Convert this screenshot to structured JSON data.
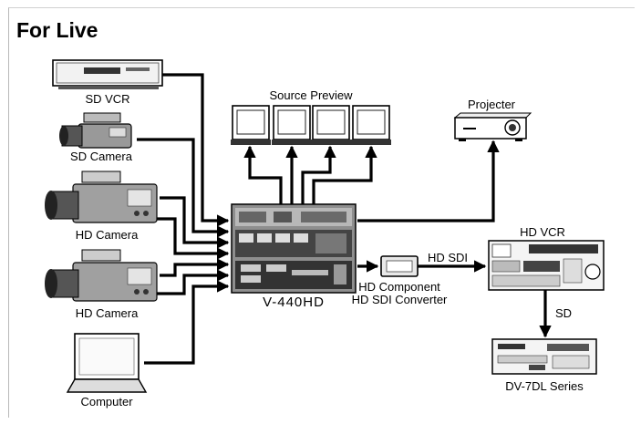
{
  "title": "For Live",
  "labels": {
    "sd_vcr": "SD VCR",
    "sd_camera": "SD Camera",
    "hd_camera_1": "HD Camera",
    "hd_camera_2": "HD Camera",
    "computer": "Computer",
    "source_preview": "Source Preview",
    "projector": "Projecter",
    "hd_vcr": "HD VCR",
    "switcher": "V-440HD",
    "converter_line1": "HD Component",
    "converter_line2": "HD SDI Converter",
    "hd_sdi": "HD SDI",
    "sd": "SD",
    "recorder": "DV-7DL Series"
  },
  "colors": {
    "ink": "#000000",
    "device_gray": "#9a9a9a",
    "device_dark": "#2a2a2a"
  }
}
